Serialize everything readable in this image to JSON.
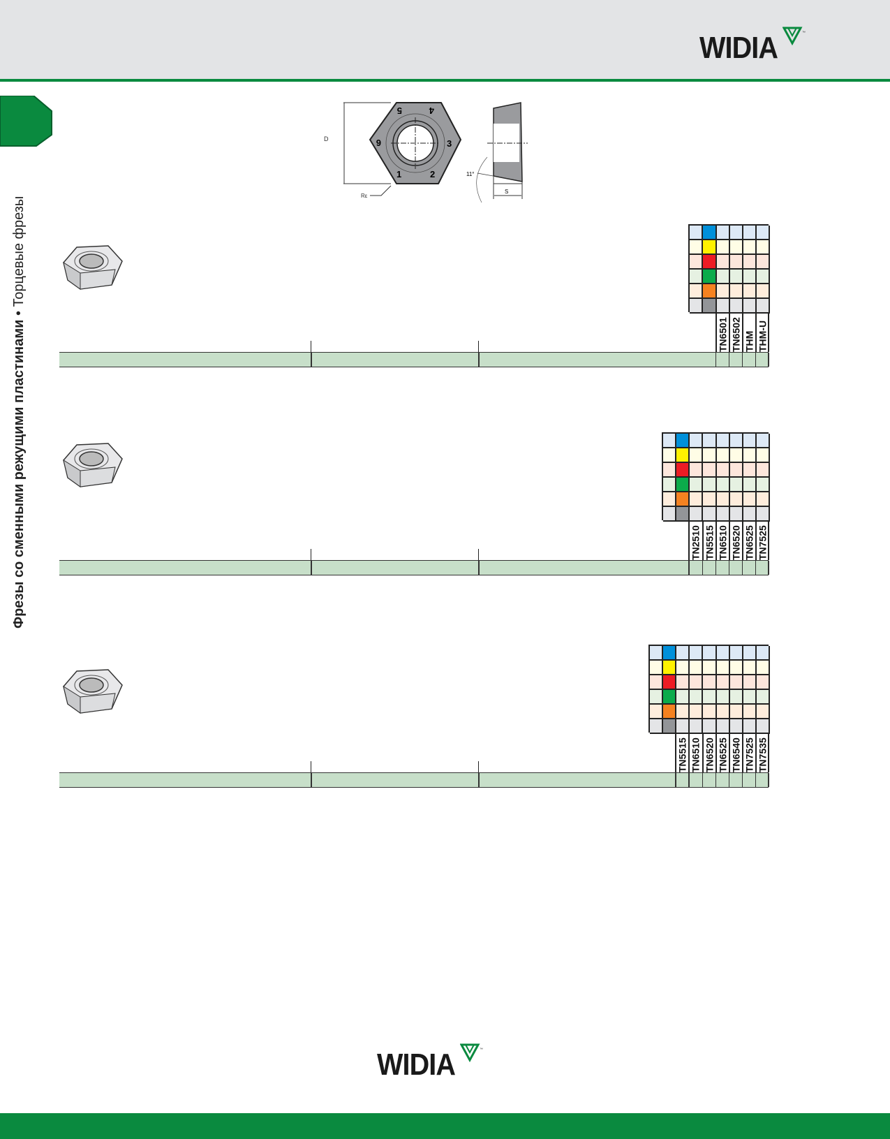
{
  "brand": {
    "name": "WIDIA",
    "tm": "™"
  },
  "side_title": {
    "bold": "Фрезы со сменными режущими пластинами",
    "bullet": "•",
    "normal": "Торцевые фрезы"
  },
  "drawing": {
    "d_label": "D",
    "r_label": "Rε",
    "s_label": "S",
    "angle_label": "11°",
    "edge_numbers": [
      "1",
      "2",
      "3",
      "4",
      "5",
      "6"
    ]
  },
  "material_colors": {
    "pale": [
      "#dde9f6",
      "#fffde6",
      "#fde6dc",
      "#e6f1e2",
      "#feeddc",
      "#e4e5e7"
    ],
    "strong": [
      "#0090da",
      "#fff200",
      "#ed1c24",
      "#0bab4b",
      "#f58220",
      "#939598"
    ]
  },
  "sections": [
    {
      "grades": [
        "TN6501",
        "TN6502",
        "THM",
        "THM-U"
      ]
    },
    {
      "grades": [
        "TN2510",
        "TN5515",
        "TN6510",
        "TN6520",
        "TN6525",
        "TN7525"
      ]
    },
    {
      "grades": [
        "TN5515",
        "TN6510",
        "TN6520",
        "TN6525",
        "TN6540",
        "TN7525",
        "TN7535"
      ]
    }
  ]
}
